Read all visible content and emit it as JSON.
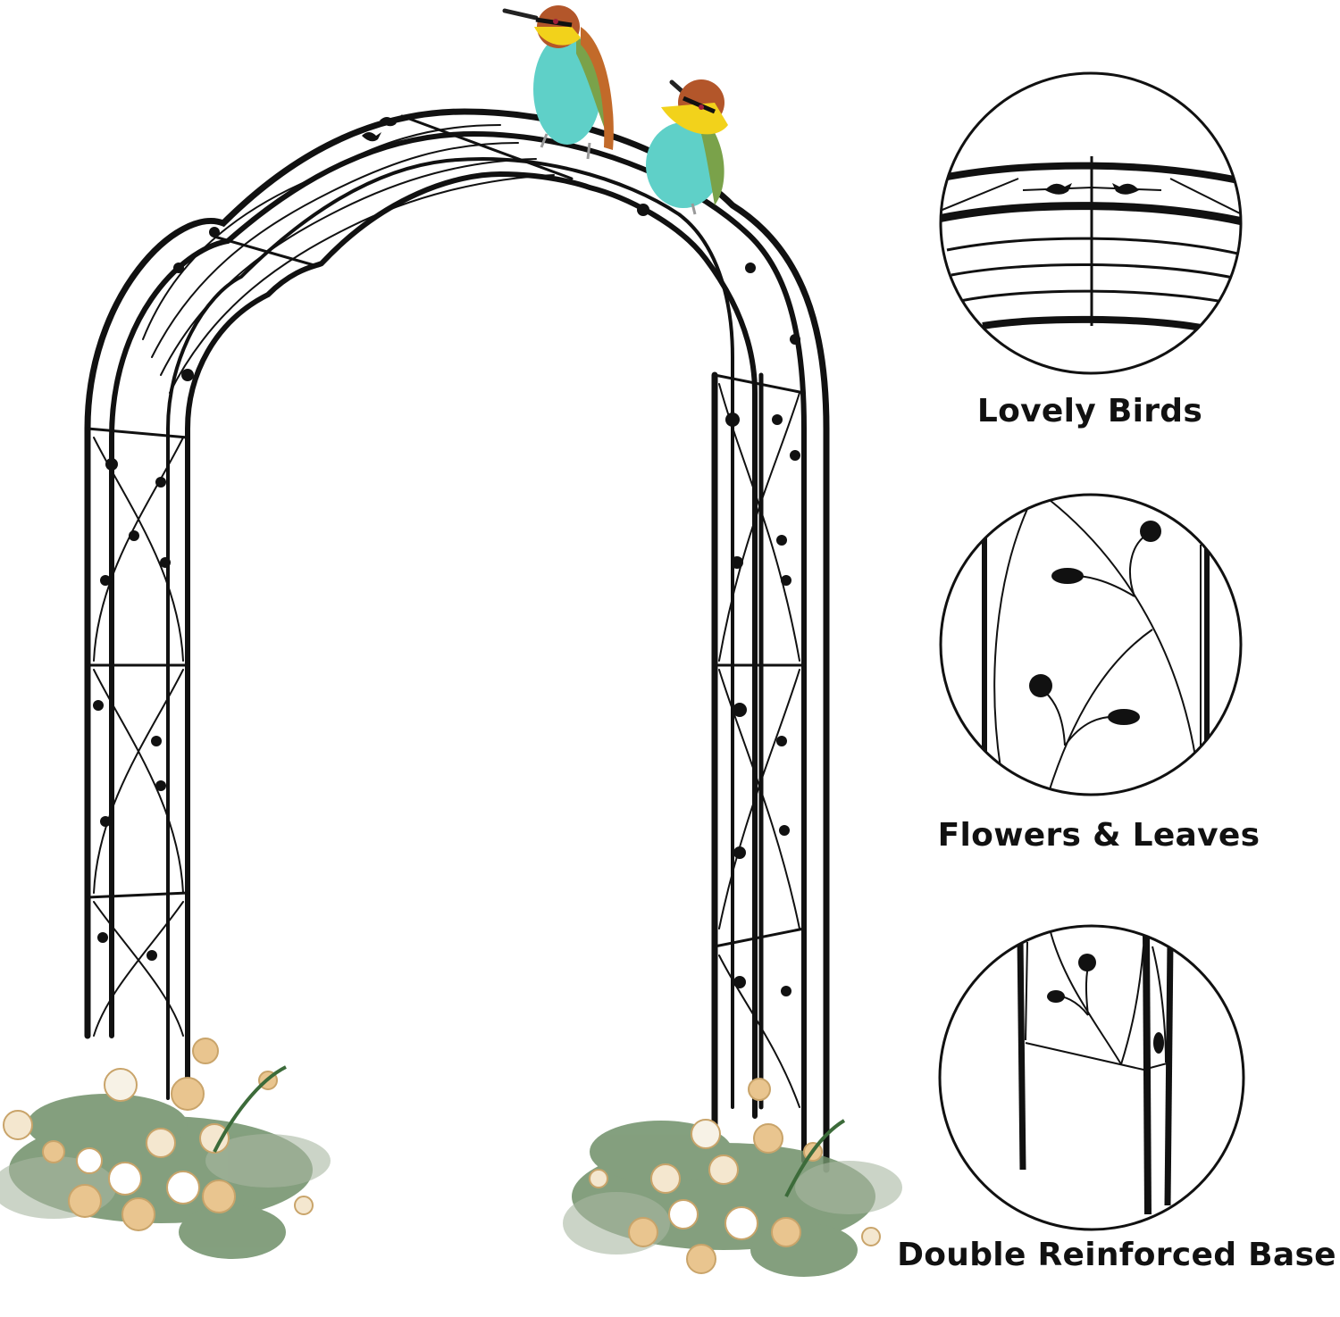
{
  "product": {
    "subject": "Metal garden arch with bird and flower ornaments",
    "frame_color": "#111111",
    "background_color": "#ffffff"
  },
  "decorations": {
    "birds": [
      {
        "name": "bee-eater-left",
        "colors": {
          "body": "#5fd0c8",
          "throat": "#f2d21b",
          "crown": "#b3562a"
        }
      },
      {
        "name": "bee-eater-right",
        "colors": {
          "body": "#5fd0c8",
          "throat": "#f2d21b",
          "crown": "#b3562a"
        }
      }
    ],
    "flower_arrangements": [
      {
        "position": "left-base",
        "palette": [
          "#f4e7cf",
          "#e9c58f",
          "#ffffff",
          "#5f7f5a"
        ]
      },
      {
        "position": "right-base",
        "palette": [
          "#f4e7cf",
          "#e9c58f",
          "#ffffff",
          "#5f7f5a"
        ]
      }
    ]
  },
  "callouts": [
    {
      "id": "birds",
      "label": "Lovely Birds",
      "detail": "Top arch section with two bird silhouettes"
    },
    {
      "id": "flowers",
      "label": "Flowers & Leaves",
      "detail": "Side panel with rose and leaf scrollwork"
    },
    {
      "id": "base",
      "label": "Double Reinforced Base",
      "detail": "Double posts with cross brace at base"
    }
  ]
}
